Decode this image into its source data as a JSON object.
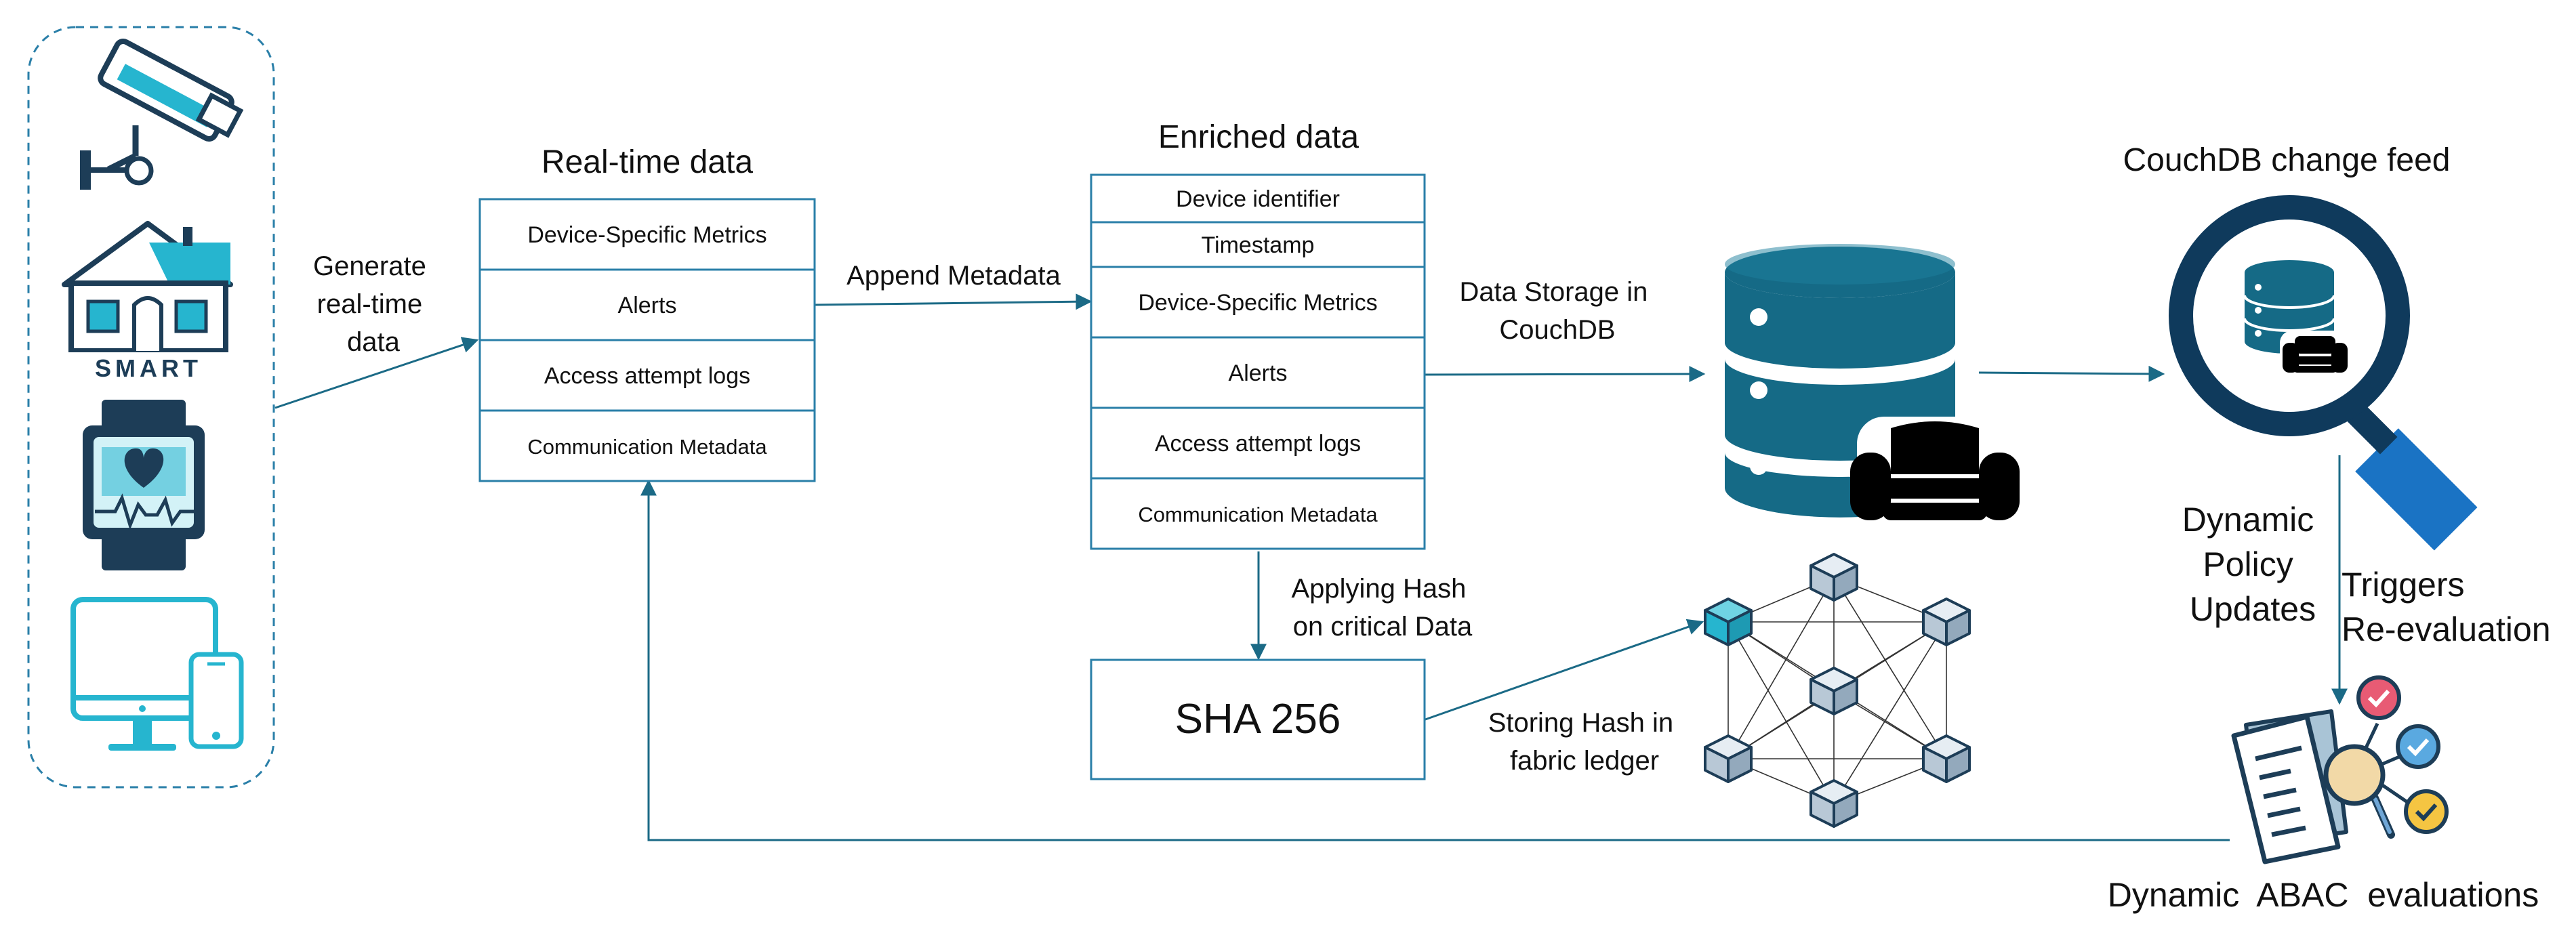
{
  "realtime": {
    "title": "Real-time data",
    "rows": [
      "Device-Specific Metrics",
      "Alerts",
      "Access attempt logs",
      "Communication Metadata"
    ]
  },
  "enriched": {
    "title": "Enriched data",
    "rows": [
      "Device identifier",
      "Timestamp",
      "Device-Specific Metrics",
      "Alerts",
      "Access attempt logs",
      "Communication Metadata"
    ]
  },
  "labels": {
    "generate": [
      "Generate",
      "real-time",
      "data"
    ],
    "append": "Append Metadata",
    "storage": [
      "Data Storage in",
      "CouchDB"
    ],
    "applying_hash": [
      "Applying Hash",
      "on critical Data"
    ],
    "storing_hash": [
      "Storing Hash in",
      "fabric ledger"
    ],
    "couchdb_feed": "CouchDB change feed",
    "dynamic_policy": [
      "Dynamic",
      "Policy",
      "Updates"
    ],
    "triggers": [
      "Triggers",
      "Re-evaluation"
    ],
    "abac": "Dynamic  ABAC  evaluations"
  },
  "sha": {
    "label": "SHA 256"
  },
  "devices": [
    "camera-icon",
    "smart-home-icon",
    "smartwatch-icon",
    "computer-phone-icon"
  ],
  "smart_text": "SMART",
  "colors": {
    "line": "#1b6a86",
    "box_border": "#2a7fa8",
    "db": "#156a86",
    "teal": "#26b5cf",
    "navy": "#0f3a5c",
    "blue": "#1a73c4"
  }
}
